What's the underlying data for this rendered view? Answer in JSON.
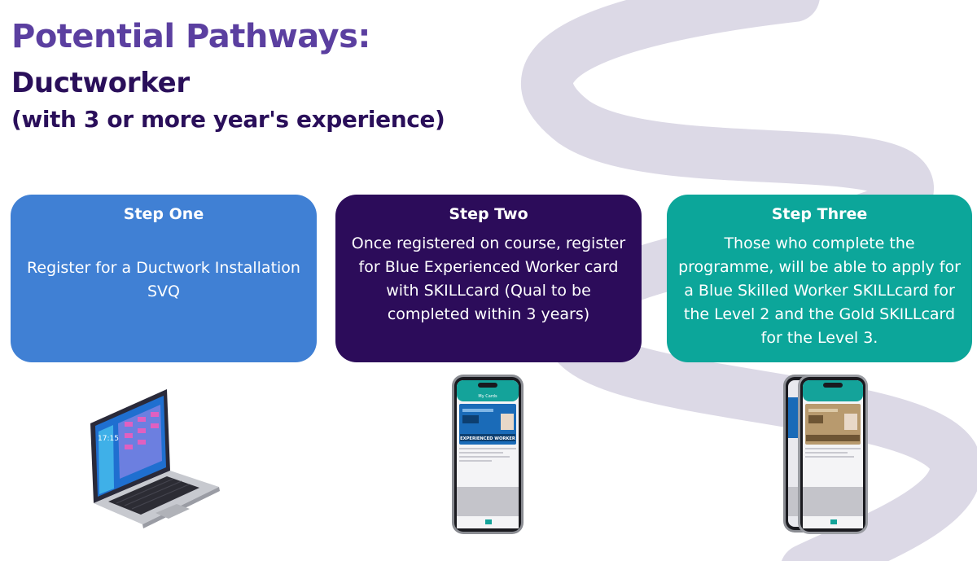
{
  "header": {
    "title": "Potential Pathways:",
    "subtitle": "Ductworker",
    "subtitle_detail": "(with 3 or more year's experience)"
  },
  "steps": [
    {
      "heading": "Step One",
      "body": "Register for a Ductwork Installation SVQ"
    },
    {
      "heading": "Step Two",
      "body": "Once registered on course, register for Blue Experienced Worker card with SKILLcard (Qual to be completed within 3 years)"
    },
    {
      "heading": "Step Three",
      "body": "Those who complete the programme, will be able to apply for a Blue Skilled Worker SKILLcard for the Level 2 and the Gold SKILLcard for the Level 3."
    }
  ],
  "laptop": {
    "clock": "17:15"
  },
  "phone_single": {
    "app_title": "My Cards",
    "card_badge": "EXPERIENCED WORKER"
  },
  "colors": {
    "title": "#5b3fa0",
    "subtitle": "#2a0f5a",
    "step_one": "#4080d4",
    "step_two": "#2c0c5a",
    "step_three": "#0ca69a",
    "road": "#dcd9e6"
  }
}
